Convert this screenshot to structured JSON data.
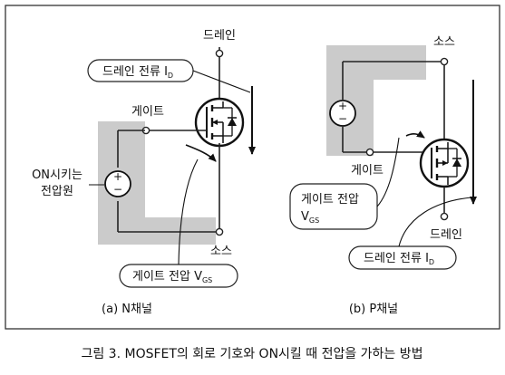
{
  "colors": {
    "frame": "#333333",
    "wire": "#222222",
    "shade": "#cbcbcb",
    "text": "#111111"
  },
  "panel_a": {
    "drain_label": "드레인",
    "source_label": "소스",
    "gate_label": "게이트",
    "supply_label_line1": "ON시키는",
    "supply_label_line2": "전압원",
    "current_callout": "드레인 전류 I",
    "current_sub": "D",
    "voltage_callout": "게이트 전압 V",
    "voltage_sub": "GS",
    "caption": "(a) N채널",
    "battery_plus": "+",
    "battery_minus": "−"
  },
  "panel_b": {
    "source_label": "소스",
    "drain_label": "드레인",
    "gate_label": "게이트",
    "voltage_callout_line1": "게이트 전압",
    "voltage_callout_line2": "V",
    "voltage_sub": "GS",
    "current_callout": "드레인 전류 I",
    "current_sub": "D",
    "caption": "(b) P채널",
    "battery_plus": "+",
    "battery_minus": "−"
  },
  "figure_caption": "그림 3. MOSFET의 회로 기호와 ON시킬 때 전압을 가하는 방법"
}
